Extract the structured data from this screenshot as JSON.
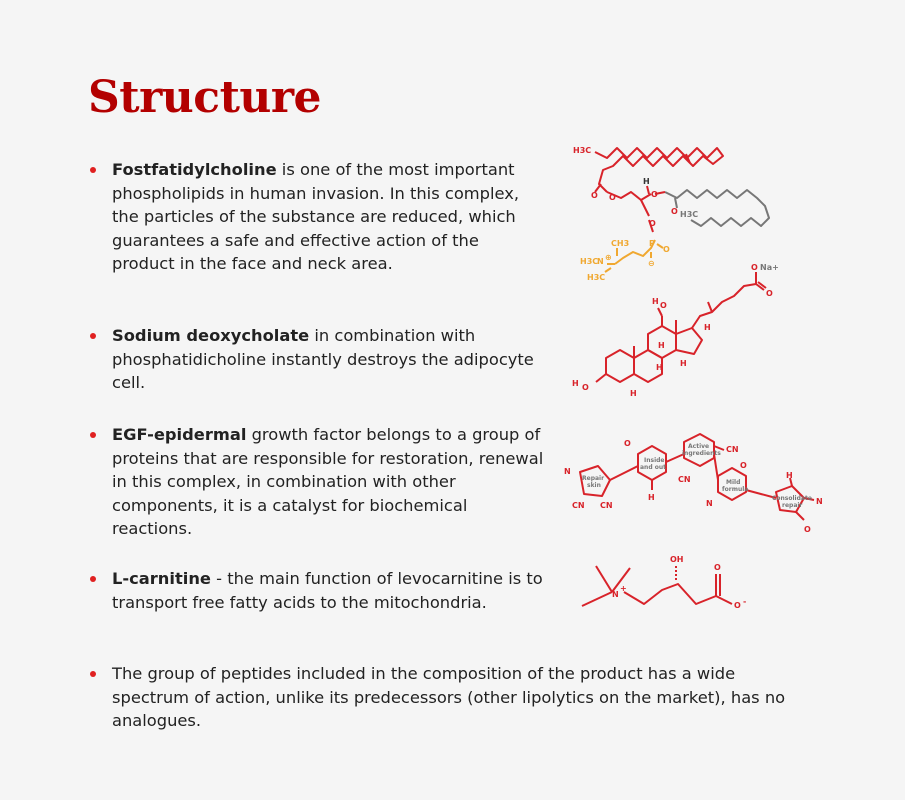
{
  "title": "Structure",
  "items": [
    {
      "term": "Fostfatidylcholine",
      "rest": " is one of the most important phospholipids in human invasion. In this complex, the particles of the substance are reduced, which guarantees a safe and effective action of the product in the face and neck area."
    },
    {
      "term": "Sodium deoxycholate",
      "rest": " in combination with phosphatidicholine instantly destroys the adipocyte cell."
    },
    {
      "term": "EGF-epidermal",
      "rest": " growth factor belongs to a group of proteins that are responsible for restoration, renewal in this complex, in combination with other components, it is a catalyst for biochemical reactions."
    },
    {
      "term": "L-carnitine",
      "rest": " - the main function of levocarnitine is to transport free fatty acids to the mitochondria."
    },
    {
      "term": "",
      "rest": "The group of peptides included in the composition of the product has a wide spectrum of action, unlike its predecessors (other lipolytics on the market), has no analogues."
    }
  ],
  "molecules": {
    "m1": {
      "h3c_top": "H3C",
      "h3c_mid": "H3C",
      "h": "H",
      "o1": "O",
      "o2": "O",
      "o3": "O",
      "o4": "O",
      "o5": "O",
      "p": "P",
      "o6": "O",
      "ch3": "CH3",
      "n": "N",
      "h3c_n": "H3C",
      "h3c_n2": "H3C",
      "plus": "⊕",
      "minus": "⊖"
    },
    "m2": {
      "na": "Na+",
      "o_top": "O",
      "o_carb": "O",
      "ho1": "H",
      "ho1b": "O",
      "ho2": "H",
      "ho2b": "O",
      "h1": "H",
      "h2": "H",
      "h3": "H",
      "h4": "H",
      "h5": "H"
    },
    "m3": {
      "repair": "Repair",
      "skin": "skin",
      "inside": "Inside",
      "andout": "and out",
      "active": "Active",
      "ingredients": "ingredients",
      "mild": "Mild",
      "formula": "formula",
      "consolidate": "Consolidate",
      "repairlbl": "repair",
      "n1": "N",
      "cn1": "CN",
      "cn2": "CN",
      "o1": "O",
      "h1": "H",
      "cn3": "CN",
      "cn4": "CN",
      "o2": "O",
      "n2": "N",
      "h2": "H",
      "n3": "N",
      "o3": "O"
    },
    "m4": {
      "n": "N",
      "plus": "+",
      "oh": "OH",
      "o_top": "O",
      "o_minus": "O",
      "minus": "-"
    }
  },
  "colors": {
    "accent": "#b30000",
    "bullet": "#e02020",
    "molecule_red": "#d8232a",
    "molecule_orange": "#f0a830",
    "molecule_gray": "#777777"
  }
}
